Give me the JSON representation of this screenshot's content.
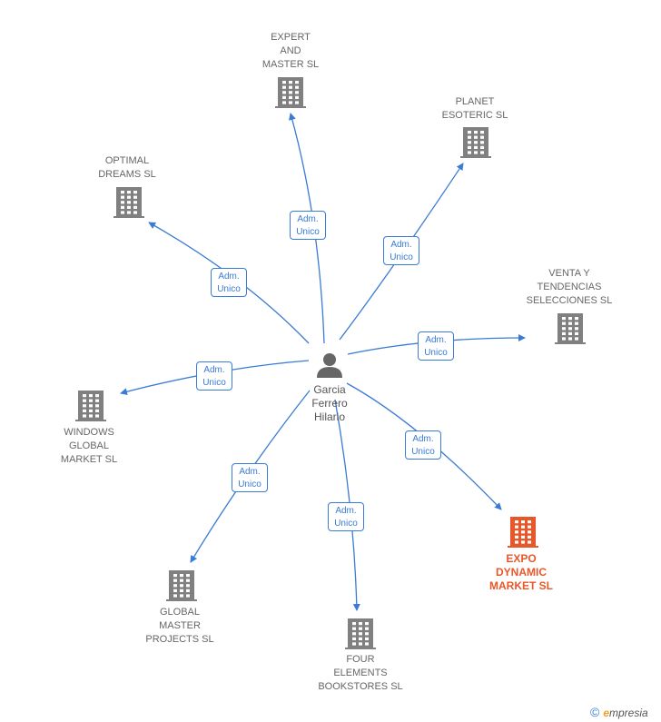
{
  "person": {
    "name": "Garcia\nFerrero\nHilario",
    "icon": "person-icon",
    "color": "#666666"
  },
  "colors": {
    "edge": "#3a7bd5",
    "company": "#808080",
    "highlight": "#e8572a"
  },
  "relations": [
    {
      "company": "EXPERT\nAND\nMASTER SL",
      "role": [
        "Adm.",
        "Unico"
      ],
      "highlight": false
    },
    {
      "company": "PLANET\nESOTERIC SL",
      "role": [
        "Adm.",
        "Unico"
      ],
      "highlight": false
    },
    {
      "company": "OPTIMAL\nDREAMS  SL",
      "role": [
        "Adm.",
        "Unico"
      ],
      "highlight": false
    },
    {
      "company": "VENTA Y\nTENDENCIAS\nSELECCIONES SL",
      "role": [
        "Adm.",
        "Unico"
      ],
      "highlight": false
    },
    {
      "company": "WINDOWS\nGLOBAL\nMARKET  SL",
      "role": [
        "Adm.",
        "Unico"
      ],
      "highlight": false
    },
    {
      "company": "EXPO\nDYNAMIC\nMARKET  SL",
      "role": [
        "Adm.",
        "Unico"
      ],
      "highlight": true
    },
    {
      "company": "GLOBAL\nMASTER\nPROJECTS  SL",
      "role": [
        "Adm.",
        "Unico"
      ],
      "highlight": false
    },
    {
      "company": "FOUR\nELEMENTS\nBOOKSTORES SL",
      "role": [
        "Adm.",
        "Unico"
      ],
      "highlight": false
    }
  ],
  "watermark": {
    "symbol": "©",
    "brand_initial": "e",
    "brand_rest": "mpresia"
  }
}
